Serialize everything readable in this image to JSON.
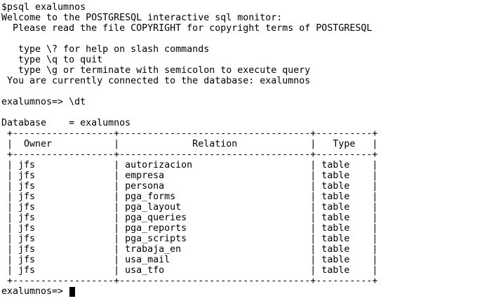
{
  "terminal": {
    "lines": [
      "$psql exalumnos",
      "Welcome to the POSTGRESQL interactive sql monitor:",
      "  Please read the file COPYRIGHT for copyright terms of POSTGRESQL",
      "",
      "   type \\? for help on slash commands",
      "   type \\q to quit",
      "   type \\g or terminate with semicolon to execute query",
      " You are currently connected to the database: exalumnos",
      "",
      "exalumnos=> \\dt",
      "",
      "Database    = exalumnos",
      " +------------------+----------------------------------+----------+",
      " |  Owner           |             Relation             |   Type   |",
      " +------------------+----------------------------------+----------+",
      " | jfs              | autorizacion                     | table    |",
      " | jfs              | empresa                          | table    |",
      " | jfs              | persona                          | table    |",
      " | jfs              | pga_forms                        | table    |",
      " | jfs              | pga_layout                       | table    |",
      " | jfs              | pga_queries                      | table    |",
      " | jfs              | pga_reports                      | table    |",
      " | jfs              | pga_scripts                      | table    |",
      " | jfs              | trabaja_en                       | table    |",
      " | jfs              | usa_mail                         | table    |",
      " | jfs              | usa_tfo                          | table    |",
      " +------------------+----------------------------------+----------+"
    ],
    "prompt": "exalumnos=> "
  }
}
